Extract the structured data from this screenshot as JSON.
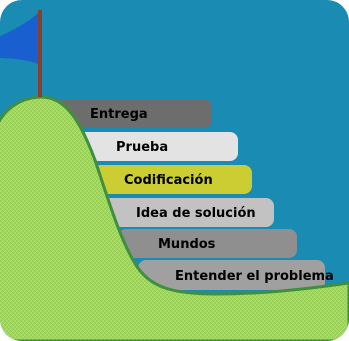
{
  "steps": [
    {
      "label": "Entender el problema",
      "fill": "#a0a0a0",
      "text_color": "#000000"
    },
    {
      "label": "Mundos",
      "fill": "#8f8f8f",
      "text_color": "#000000"
    },
    {
      "label": "Idea de solución",
      "fill": "#c2c2c2",
      "text_color": "#000000"
    },
    {
      "label": "Codificación",
      "fill": "#cccc33",
      "text_color": "#000000"
    },
    {
      "label": "Prueba",
      "fill": "#e3e3e3",
      "text_color": "#000000"
    },
    {
      "label": "Entrega",
      "fill": "#6d6d6d",
      "text_color": "#000000"
    }
  ],
  "colors": {
    "sky": "#1a8cb3",
    "hill": "#9fd65a",
    "hill_outline": "#3f8f3f",
    "flag": "#1a5fd0",
    "flagpole": "#8a3f2a"
  },
  "icons": {
    "flag": "flag-icon"
  }
}
